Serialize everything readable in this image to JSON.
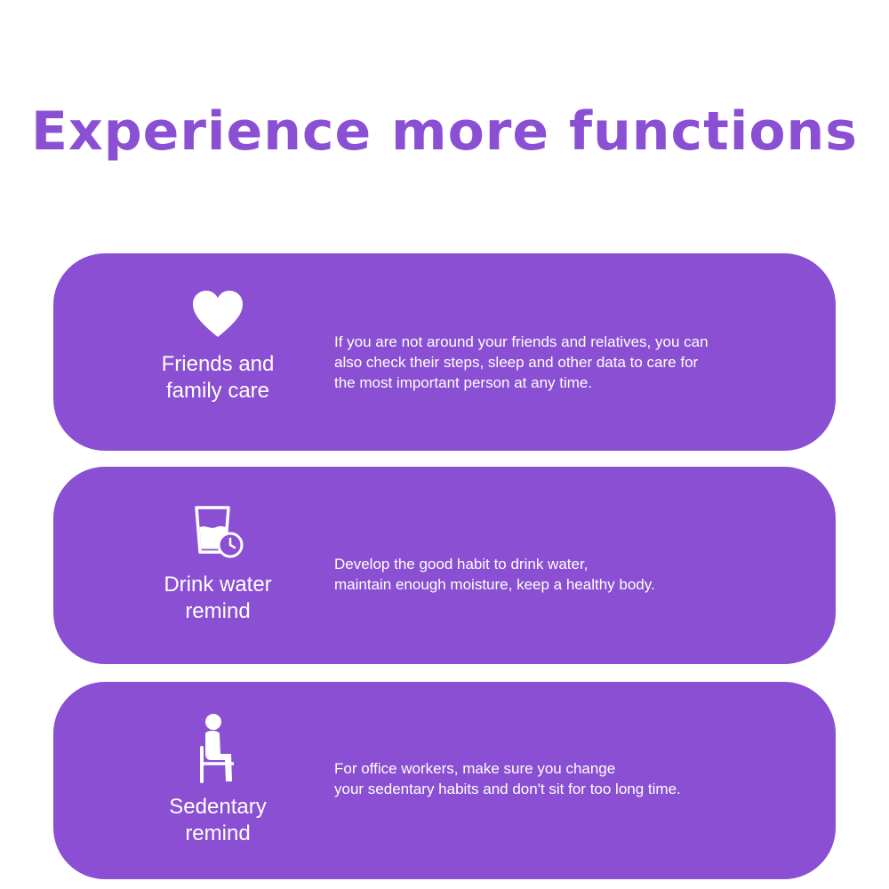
{
  "headline": "Experience more functions",
  "colors": {
    "accent": "#8b4fd4",
    "card_background": "#8a4fd3",
    "card_text": "#ffffff",
    "page_background": "#ffffff"
  },
  "features": [
    {
      "icon": "heart-icon",
      "title": "Friends and\nfamily care",
      "description": "If you are not around your friends and relatives, you can\nalso check their steps, sleep and other data to care for\nthe most important person at any time."
    },
    {
      "icon": "water-glass-clock-icon",
      "title": "Drink water\nremind",
      "description": "Develop the good habit to drink water,\nmaintain enough moisture, keep a healthy body."
    },
    {
      "icon": "sitting-person-icon",
      "title": "Sedentary\nremind",
      "description": "For office workers, make sure you change\nyour sedentary habits and don't sit for too long time."
    }
  ]
}
